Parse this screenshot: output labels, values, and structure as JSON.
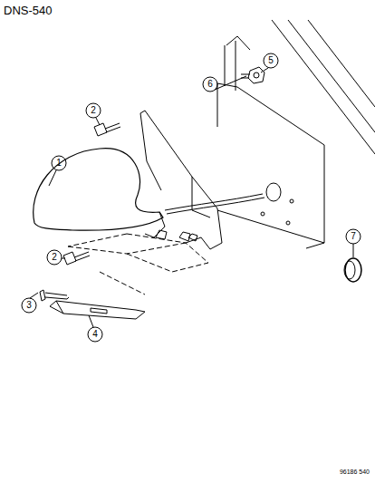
{
  "diagram": {
    "title": "DNS-540",
    "labels": [
      "5",
      "6",
      "2",
      "1",
      "7",
      "2",
      "3",
      "4",
      "96186 540"
    ]
  }
}
